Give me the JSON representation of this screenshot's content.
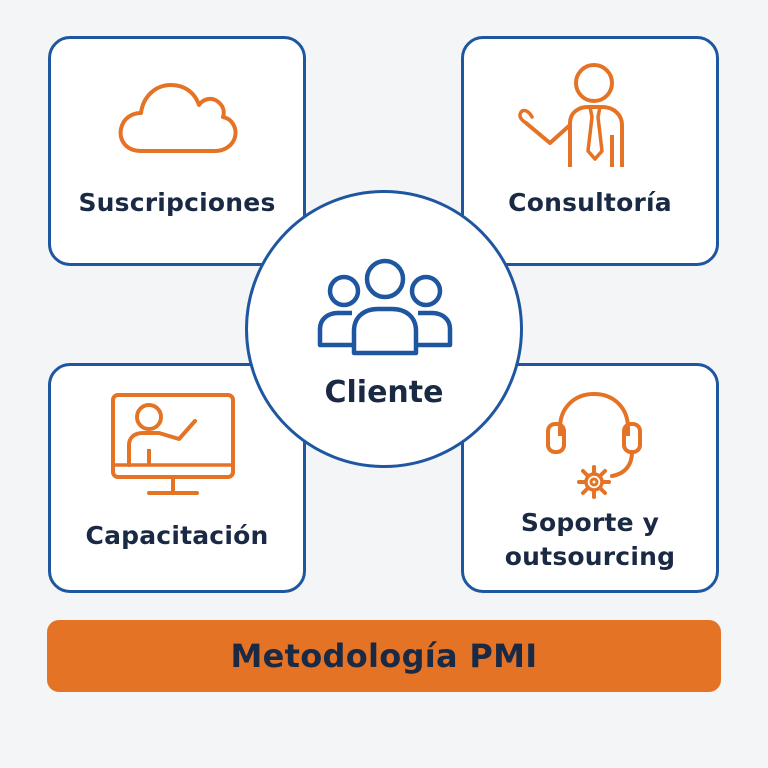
{
  "colors": {
    "primary_blue": "#1f56a0",
    "accent_orange": "#e57326",
    "text_dark": "#1b2a44",
    "background": "#f4f5f6"
  },
  "center": {
    "label": "Cliente",
    "icon": "group-people-icon"
  },
  "cards": [
    {
      "label": "Suscripciones",
      "icon": "cloud-icon"
    },
    {
      "label": "Consultoría",
      "icon": "consultant-presenting-icon"
    },
    {
      "label": "Capacitación",
      "icon": "screen-presentation-icon"
    },
    {
      "label": "Soporte y\noutsourcing",
      "icon": "headset-gear-icon"
    }
  ],
  "footer": {
    "label": "Metodología PMI"
  }
}
